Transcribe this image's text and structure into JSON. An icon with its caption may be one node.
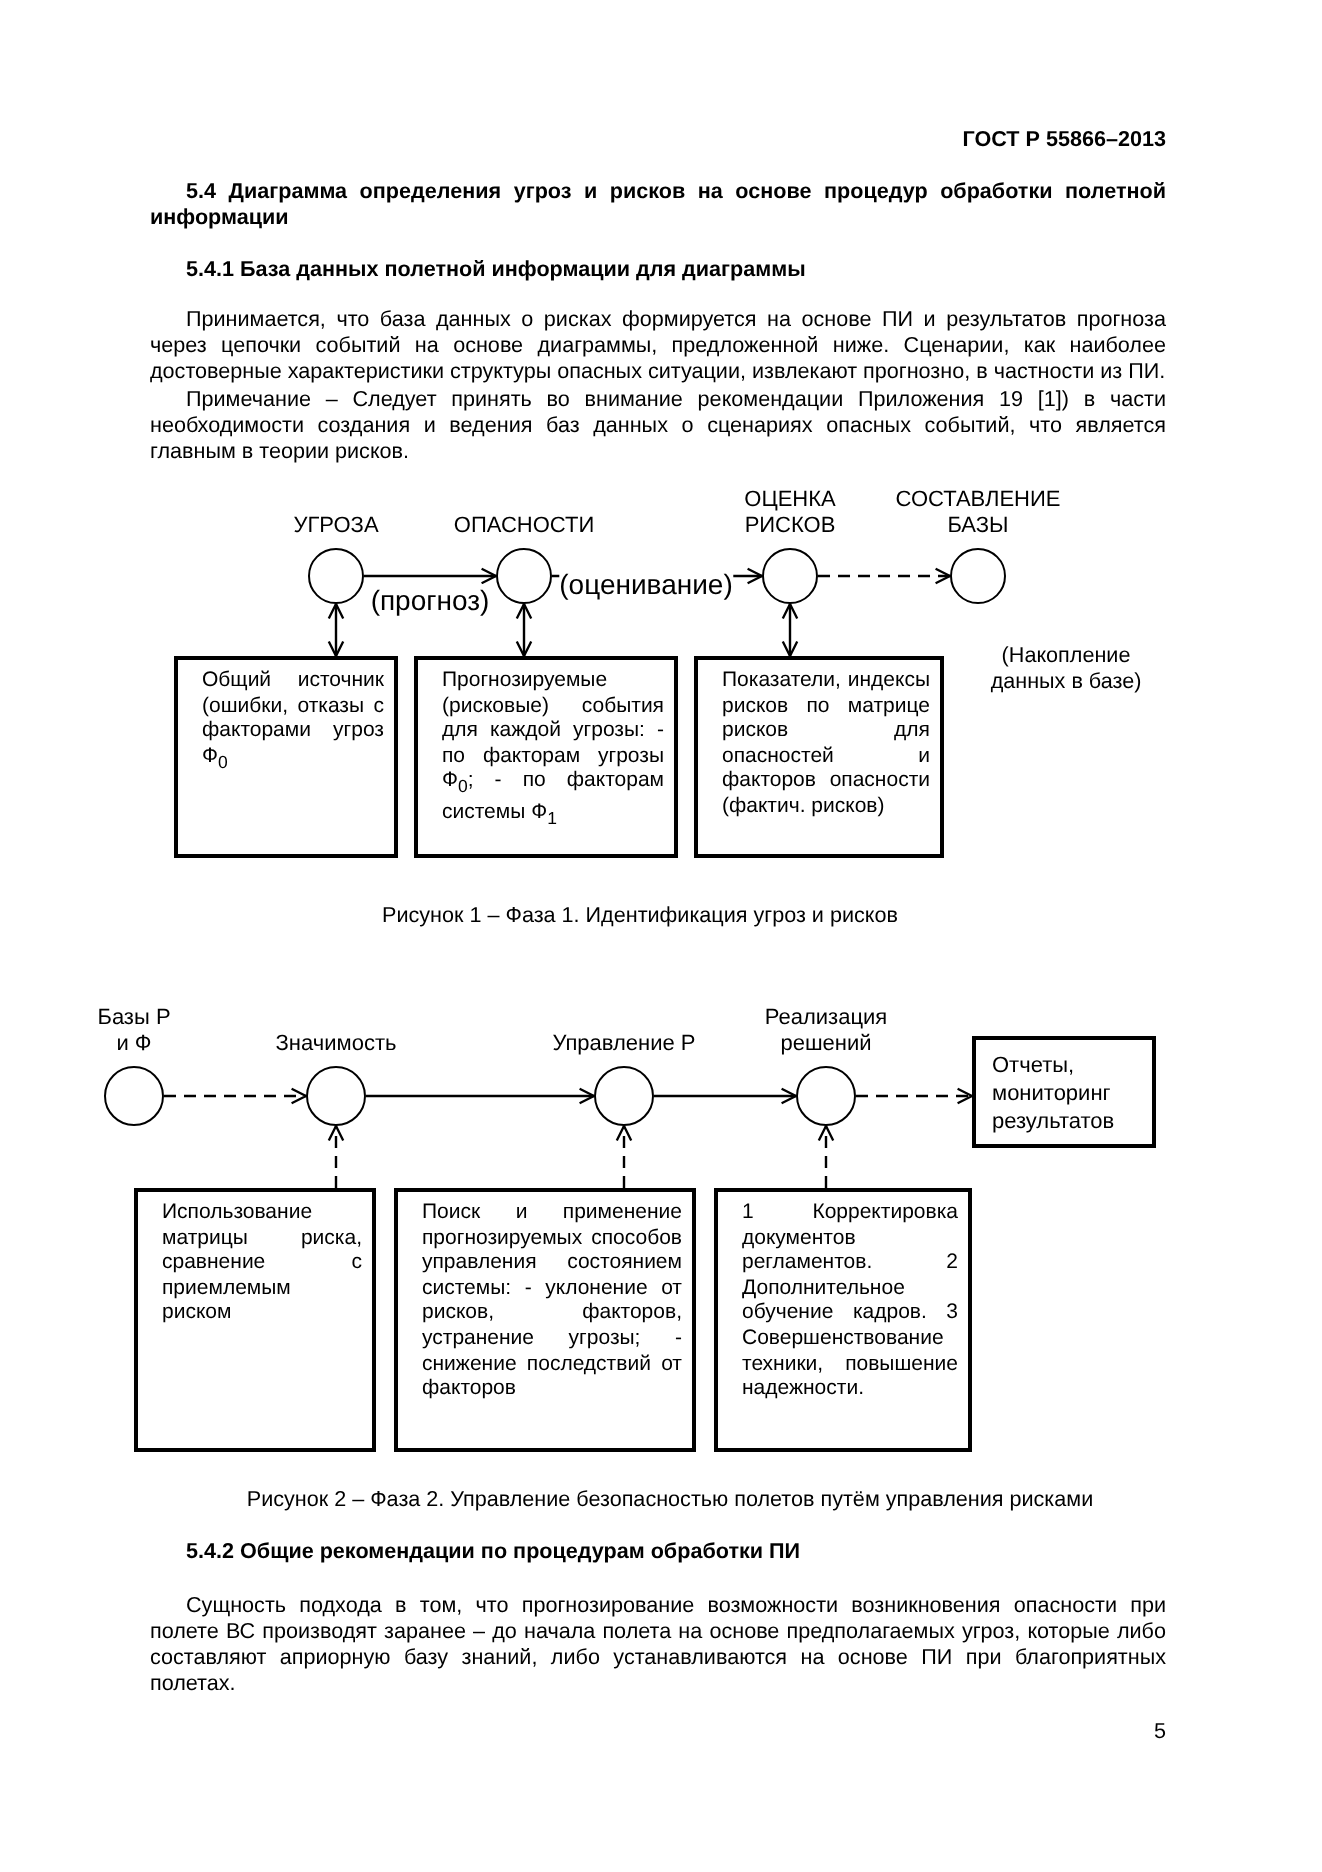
{
  "diagram": {
    "nodes": [
      {
        "text": [
          "УГРОЗА"
        ]
      },
      {
        "text": [
          "ОПАСНОСТИ"
        ]
      },
      {
        "text": [
          "ОЦЕНКА РИСКОВ"
        ]
      },
      {
        "text": [
          "СОСТАВЛЕНИЕ БАЗЫ"
        ],
        "beside": [
          "(Накопление данных в базе)"
        ]
      },
      {
        "text": [
          "Общий источник (ошибки, отказы с факторами угроз Ф$_{0}$"
        ]
      },
      {
        "text": [
          "Прогнозируемые (рисковые) события для каждой угрозы: - по факторам угрозы Ф$_{0}$; - по факторам системы Ф$_{1}$"
        ]
      },
      {
        "text": [
          "Показатели, индексы рисков по матрице рисков для опасностей и факторов опасности (фактич. рисков)"
        ]
      },
      {
        "text": [
          "Базы Р и Ф"
        ]
      },
      {
        "text": [
          "Значимость"
        ]
      },
      {
        "text": [
          "Управление Р"
        ]
      },
      {
        "text": [
          "Реализация решений"
        ]
      },
      {
        "text": [
          "Отчеты, мониторинг результатов"
        ]
      },
      {
        "text": [
          "Использование матрицы риска, сравнение с приемлемым риском"
        ]
      },
      {
        "text": [
          "Поиск и применение прогнозируемых способов управления состоянием системы: - уклонение от рисков, факторов, устранение угрозы; - снижение последствий от факторов"
        ]
      },
      {
        "text": [
          "1 Корректировка документов регламентов. 2 Дополнительное обучение кадров. 3 Совершенствование техники, повышение надежности."
        ]
      }
    ],
    "edges": [
      {
        "from": 0,
        "to": 1,
        "arrow": "to",
        "label": "(прогноз)"
      },
      {
        "from": 1,
        "to": 2,
        "arrow": "to",
        "label": "(оценивание)"
      },
      {
        "from": 2,
        "to": 3,
        "arrow": "to",
        "style": "dashed"
      },
      {
        "from": 0,
        "to": 4,
        "arrow": "both"
      },
      {
        "from": 1,
        "to": 5,
        "arrow": "both"
      },
      {
        "from": 2,
        "to": 6,
        "arrow": "both"
      },
      {
        "from": 7,
        "to": 8,
        "arrow": "to",
        "style": "dashed"
      },
      {
        "from": 8,
        "to": 9,
        "arrow": "to"
      },
      {
        "from": 9,
        "to": 10,
        "arrow": "to"
      },
      {
        "from": 10,
        "to": 11,
        "arrow": "to",
        "style": "dashed"
      },
      {
        "from": 12,
        "to": 8,
        "arrow": "to",
        "style": "dashed"
      },
      {
        "from": 13,
        "to": 9,
        "arrow": "to",
        "style": "dashed"
      },
      {
        "from": 14,
        "to": 10,
        "arrow": "to",
        "style": "dashed"
      }
    ],
    "labels": [
      "ГОСТ Р 55866–2013",
      "5.4 Диаграмма определения угроз и рисков на основе процедур обработки полетной информации",
      "5.4.1 База данных полетной информации для диаграммы",
      "Принимается, что база данных о рисках формируется на основе ПИ и результатов прогноза через цепочки событий на основе диаграммы, предложенной ниже. Сценарии, как наиболее достоверные характеристики структуры опасных ситуации, извлекают прогнозно, в частности из ПИ.",
      "Примечание – Следует принять во внимание рекомендации Приложения 19 [1]) в части необходимости создания и ведения баз данных о сценариях опасных событий, что является главным в теории рисков.",
      "Рисунок 1 – Фаза 1. Идентификация угроз и рисков",
      "Рисунок 2 – Фаза 2. Управление безопасностью полетов путём управления рисками",
      "5.4.2 Общие рекомендации по процедурам обработки ПИ",
      "Сущность подхода в том, что прогнозирование возможности возникновения опасности при полете ВС производят заранее – до начала полета на основе предполагаемых угроз, которые либо составляют априорную базу знаний, либо устанавливаются на основе ПИ при благоприятных полетах.",
      "5"
    ]
  }
}
